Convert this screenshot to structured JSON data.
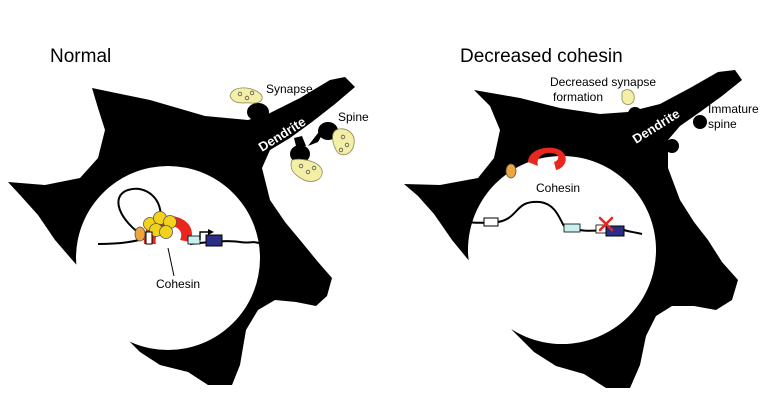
{
  "left_panel": {
    "title": "Normal",
    "label_synapse": "Synapse",
    "label_spine": "Spine",
    "label_dendrite": "Dendrite",
    "label_cohesin": "Cohesin"
  },
  "right_panel": {
    "title": "Decreased cohesin",
    "label_synapse_line1": "Decreased synapse",
    "label_synapse_line2": "formation",
    "label_spine_line1": "Immature",
    "label_spine_line2": "spine",
    "label_dendrite": "Dendrite",
    "label_cohesin": "Cohesin"
  },
  "colors": {
    "cell": "#000000",
    "nucleus": "#ffffff",
    "synapse": "#f3efa6",
    "cohesin_ring": "#e8271f",
    "cohesin_subunit": "#f2d21a",
    "orange_subunit": "#eea53b",
    "gene_box": "#2a2f85",
    "element_cyan": "#c8f0ef",
    "cross_mark": "#e8271f"
  },
  "icons": [
    "synapse-bouton-icon",
    "cohesin-ring-icon",
    "gene-promoter-arrow-icon",
    "repression-cross-icon"
  ]
}
